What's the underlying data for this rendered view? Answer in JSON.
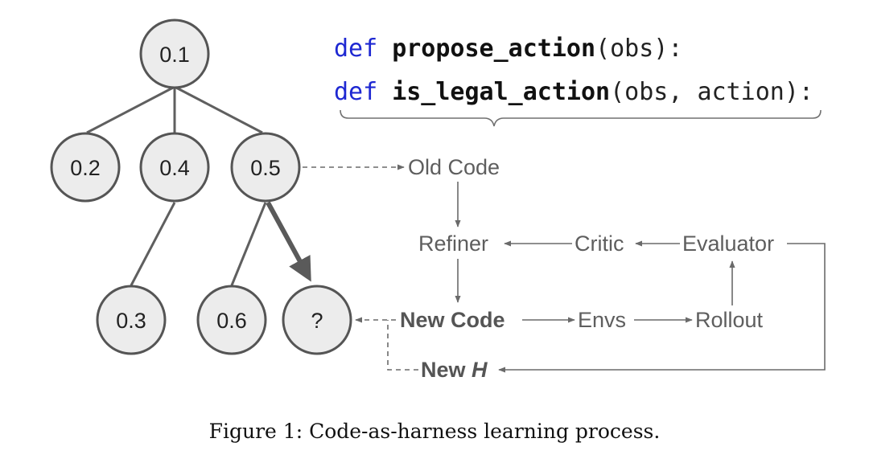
{
  "tree": {
    "nodes": [
      {
        "id": "n1",
        "label": "0.1"
      },
      {
        "id": "n2",
        "label": "0.2"
      },
      {
        "id": "n3",
        "label": "0.4"
      },
      {
        "id": "n4",
        "label": "0.5"
      },
      {
        "id": "n5",
        "label": "0.3"
      },
      {
        "id": "n6",
        "label": "0.6"
      },
      {
        "id": "n7",
        "label": "?"
      }
    ]
  },
  "code": {
    "line1": {
      "keyword": "def",
      "name": "propose_action",
      "args": "(obs):"
    },
    "line2": {
      "keyword": "def",
      "name": "is_legal_action",
      "args": "(obs, action):"
    }
  },
  "flow": {
    "old_code": "Old Code",
    "refiner": "Refiner",
    "critic": "Critic",
    "evaluator": "Evaluator",
    "new_code": "New Code",
    "envs": "Envs",
    "rollout": "Rollout",
    "new_h_prefix": "New ",
    "new_h_var": "H"
  },
  "caption": "Figure 1: Code-as-harness learning process.",
  "colors": {
    "keyword": "#1e28d2",
    "node_fill": "#ececec",
    "stroke": "#555555"
  }
}
